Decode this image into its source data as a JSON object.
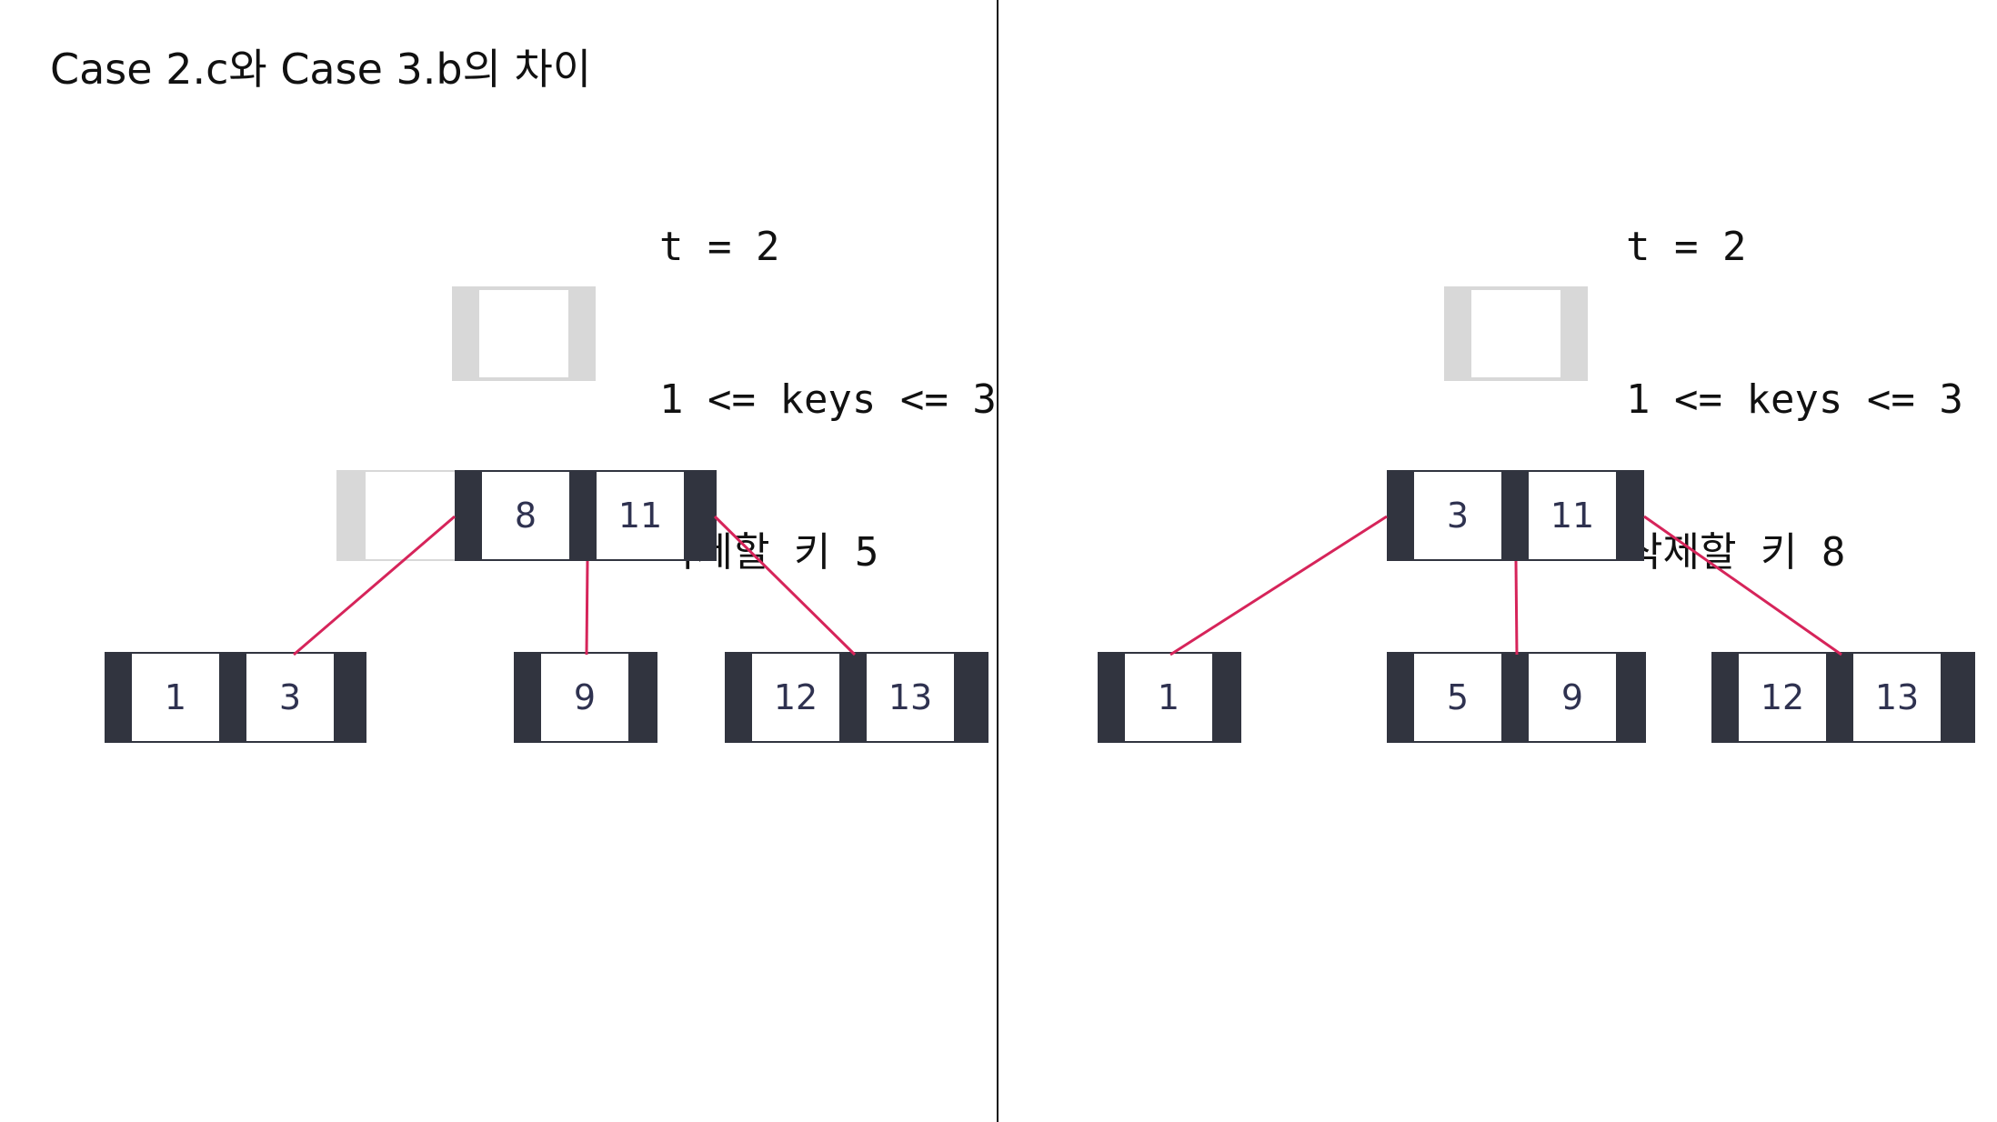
{
  "title": "Case 2.c와 Case 3.b의 차이",
  "colors": {
    "node_fill": "#31343f",
    "ghost_fill": "#d8d8d8",
    "edge": "#d6245a",
    "divider": "#111111"
  },
  "left": {
    "params": [
      "t = 2",
      "1 <= keys <= 3",
      "삭제할 키 5"
    ],
    "internal_keys": [
      "8",
      "11"
    ],
    "leaves": [
      [
        "1",
        "3"
      ],
      [
        "9"
      ],
      [
        "12",
        "13"
      ]
    ]
  },
  "right": {
    "params": [
      "t = 2",
      "1 <= keys <= 3",
      "삭제할 키 8"
    ],
    "internal_keys": [
      "3",
      "11"
    ],
    "leaves": [
      [
        "1"
      ],
      [
        "5",
        "9"
      ],
      [
        "12",
        "13"
      ]
    ]
  }
}
